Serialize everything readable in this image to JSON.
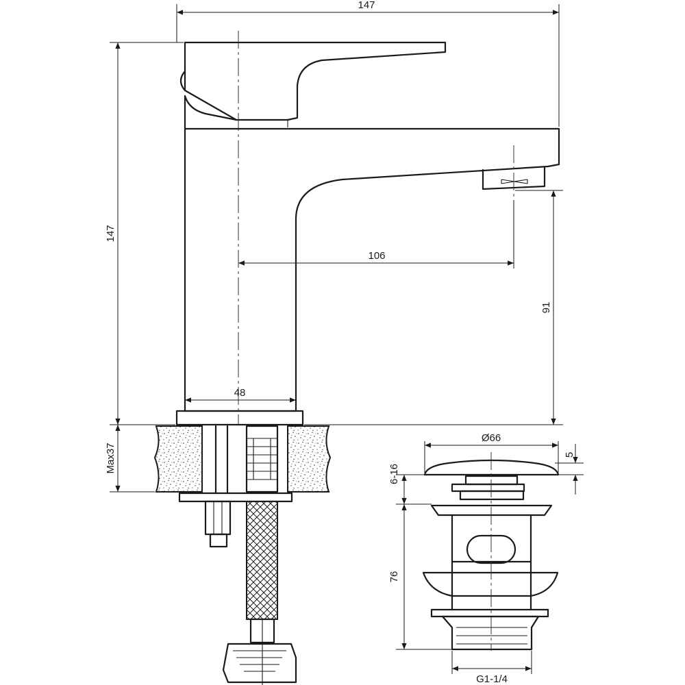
{
  "dimensions": {
    "overall_width": "147",
    "overall_height": "147",
    "spout_reach": "106",
    "spout_height": "91",
    "body_width": "48",
    "max_countertop": "Max37",
    "drain_diameter": "Ø66",
    "drain_cap_thickness": "5",
    "drain_clamp_range": "6-16",
    "drain_length": "76",
    "drain_thread": "G1-1/4"
  },
  "colors": {
    "line": "#1a1a1a",
    "background": "#ffffff"
  }
}
